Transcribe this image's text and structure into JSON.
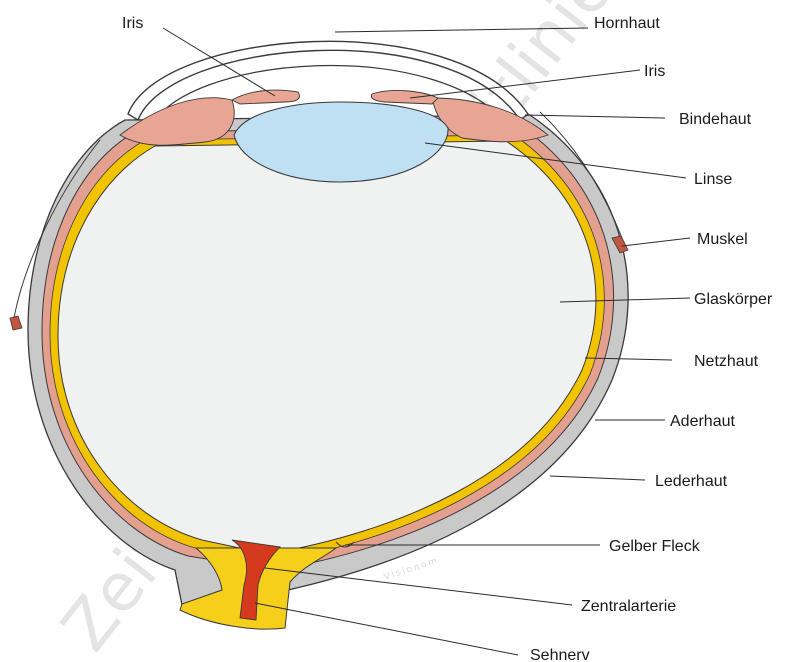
{
  "diagram": {
    "labels": {
      "iris_left": "Iris",
      "hornhaut": "Hornhaut",
      "iris_right": "Iris",
      "bindehaut": "Bindehaut",
      "linse": "Linse",
      "muskel": "Muskel",
      "glaskoerper": "Glaskörper",
      "netzhaut": "Netzhaut",
      "aderhaut": "Aderhaut",
      "lederhaut": "Lederhaut",
      "gelber_fleck": "Gelber Fleck",
      "zentralarterie": "Zentralarterie",
      "sehnerv": "Sehnerv"
    },
    "watermark": "Zeit abgelaufen - Leitlinie in Üb",
    "credit": "Visionom"
  },
  "colors": {
    "sclera": "#c9c9c9",
    "choroid": "#e3a08f",
    "retina": "#f2c400",
    "vitreous": "#f0f1f1",
    "lens": "#bfe0f3",
    "artery": "#d63a1c",
    "nerve": "#f5cf1a",
    "iris": "#e8a593",
    "muscle": "#c2563e",
    "outline": "#3a3a3a"
  }
}
